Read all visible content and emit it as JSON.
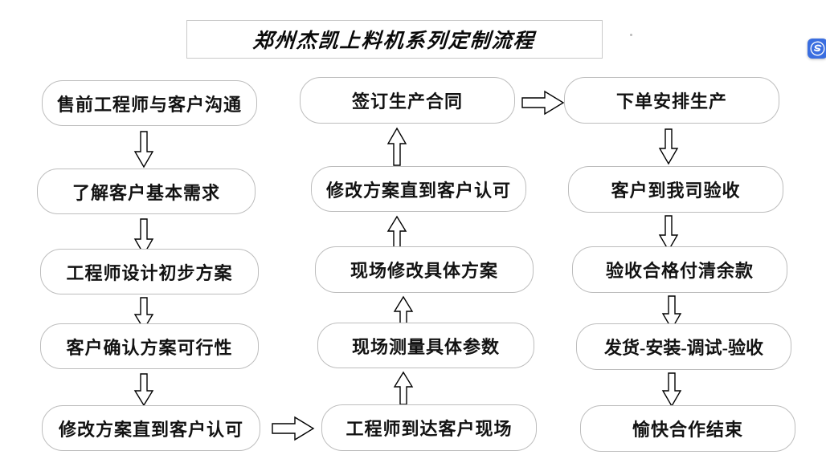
{
  "page": {
    "title": "郑州杰凯上料机系列定制流程",
    "background": "#ffffff",
    "logo_accent": "#3a6ee0",
    "box_border": "#bdbdbd",
    "arrow_stroke": "#000000"
  },
  "logo": {
    "name": "sogou-s-logo-icon",
    "letter": "S"
  },
  "columns": [
    {
      "id": "column-1",
      "direction": "down",
      "steps": [
        {
          "label": "售前工程师与客户沟通"
        },
        {
          "label": "了解客户基本需求"
        },
        {
          "label": "工程师设计初步方案"
        },
        {
          "label": "客户确认方案可行性"
        },
        {
          "label": "修改方案直到客户认可"
        }
      ]
    },
    {
      "id": "column-2",
      "direction": "up",
      "steps": [
        {
          "label": "签订生产合同"
        },
        {
          "label": "修改方案直到客户认可"
        },
        {
          "label": "现场修改具体方案"
        },
        {
          "label": "现场测量具体参数"
        },
        {
          "label": "工程师到达客户现场"
        }
      ]
    },
    {
      "id": "column-3",
      "direction": "down",
      "steps": [
        {
          "label": "下单安排生产"
        },
        {
          "label": "客户到我司验收"
        },
        {
          "label": "验收合格付清余款"
        },
        {
          "label": "发货-安装-调试-验收"
        },
        {
          "label": "愉快合作结束"
        }
      ]
    }
  ],
  "connectors": {
    "col1_to_col2": {
      "name": "arrow-right-col1-to-col2",
      "direction": "right"
    },
    "col2_to_col3": {
      "name": "arrow-right-col2-to-col3",
      "direction": "right"
    },
    "vertical_down": {
      "direction": "down"
    },
    "vertical_up": {
      "direction": "up"
    }
  }
}
